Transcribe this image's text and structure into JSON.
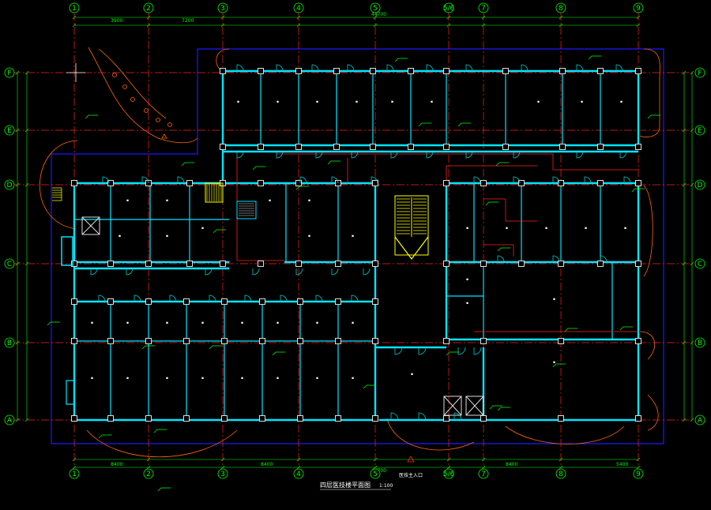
{
  "drawing": {
    "title": "四层医技楼平面图",
    "scale": "1:100",
    "entrance_label": "医技主入口"
  },
  "grid": {
    "columns": [
      "1",
      "2",
      "3",
      "4",
      "5",
      "5/6",
      "7",
      "8",
      "9"
    ],
    "rows": [
      "F",
      "E",
      "D",
      "C",
      "B",
      "A"
    ]
  },
  "colors": {
    "background": "#000000",
    "wall": "#00e5ff",
    "axis": "#ff2020",
    "dimension": "#00ff00",
    "outline": "#1a1aff",
    "door": "#00cccc",
    "stair": "#ffff00",
    "column": "#dddddd",
    "text": "#ffffff",
    "landscape": "#ff6600"
  }
}
